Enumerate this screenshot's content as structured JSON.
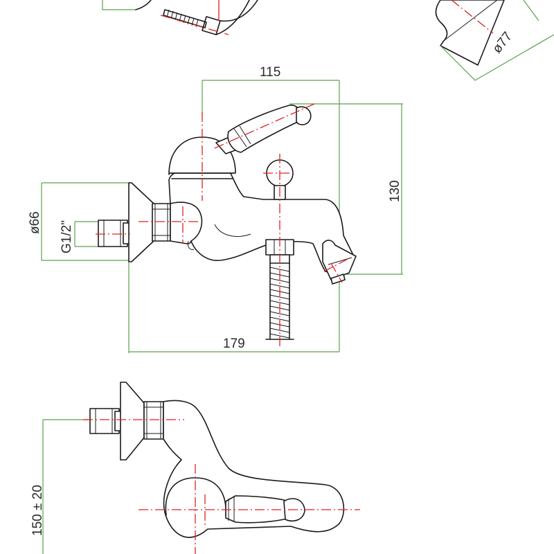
{
  "drawing": {
    "colors": {
      "outline": "#1a1a1a",
      "dimension_line": "#5aa14a",
      "center_line": "#e02020",
      "background": "#ffffff",
      "text": "#2a2a2a"
    },
    "dimensions": {
      "top_width": "115",
      "height": "130",
      "flange_diameter": "ø66",
      "inlet_thread": "G1/2\"",
      "overall_depth": "179",
      "escutcheon_diameter": "ø77",
      "center_distance": "150 ± 20"
    }
  }
}
